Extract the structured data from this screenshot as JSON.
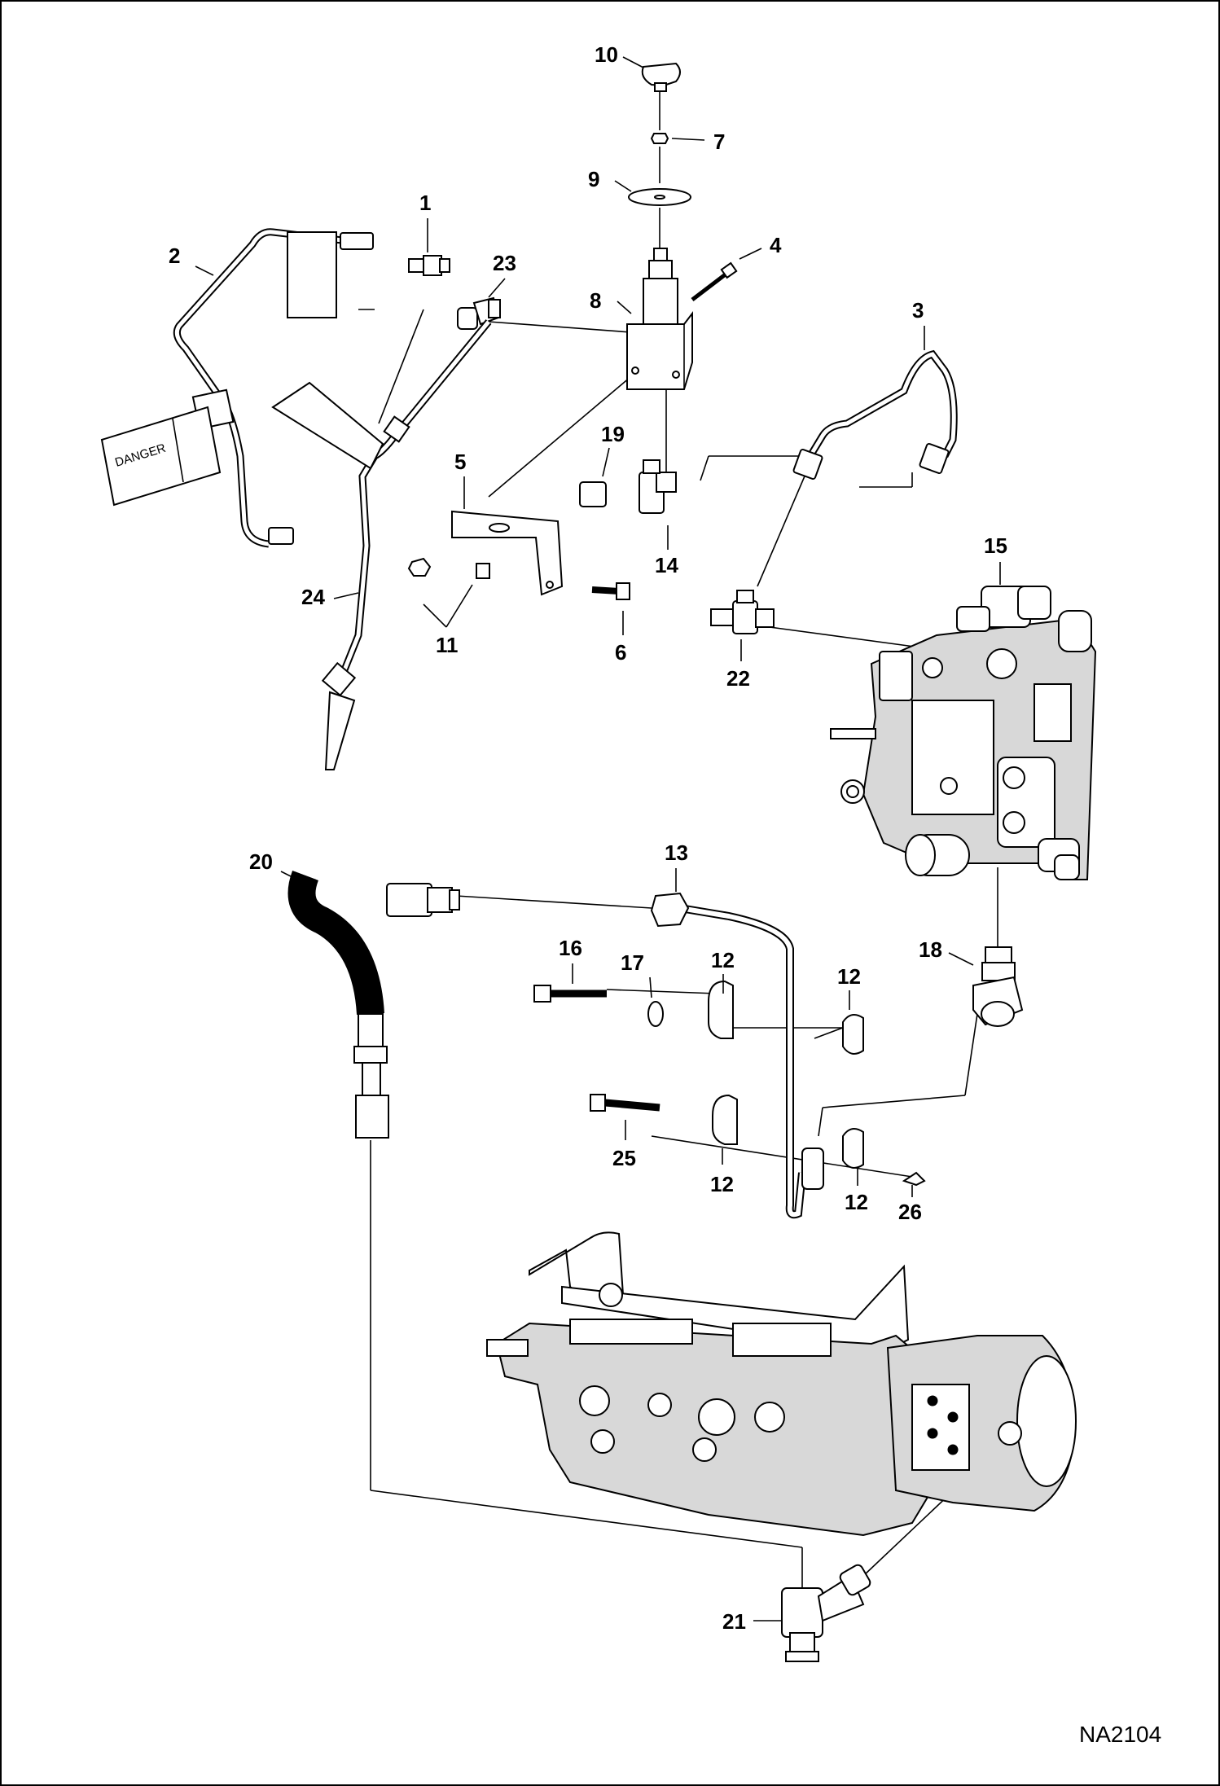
{
  "drawing_code": "NA2104",
  "decal_text": "DANGER",
  "callouts": {
    "c1": "1",
    "c2": "2",
    "c3": "3",
    "c4": "4",
    "c5": "5",
    "c6": "6",
    "c7": "7",
    "c8": "8",
    "c9": "9",
    "c10": "10",
    "c11": "11",
    "c12a": "12",
    "c12b": "12",
    "c12c": "12",
    "c12d": "12",
    "c13": "13",
    "c14": "14",
    "c15": "15",
    "c16": "16",
    "c17": "17",
    "c18": "18",
    "c19": "19",
    "c20": "20",
    "c21": "21",
    "c22": "22",
    "c23": "23",
    "c24": "24",
    "c25": "25",
    "c26": "26"
  }
}
